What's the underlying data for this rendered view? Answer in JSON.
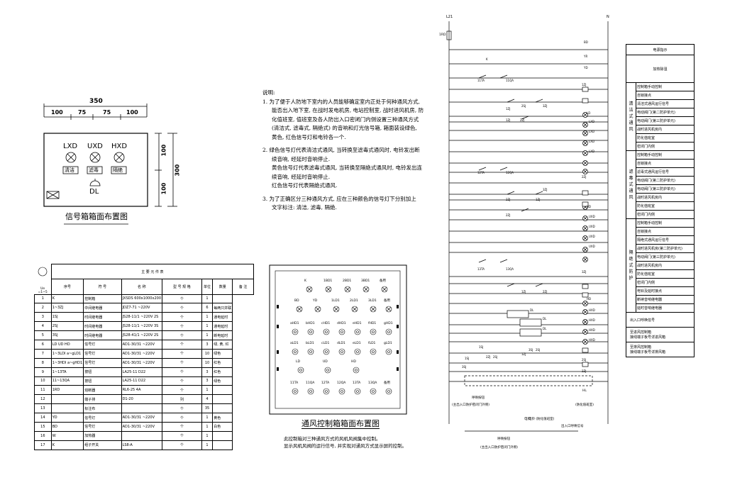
{
  "signal_box": {
    "dim_total": "350",
    "dim_segments": [
      "100",
      "75",
      "75",
      "100"
    ],
    "dim_right": [
      "100",
      "100",
      "300"
    ],
    "lamps": [
      {
        "code": "LXD",
        "label": "清洁"
      },
      {
        "code": "UXD",
        "label": "滤毒"
      },
      {
        "code": "HXD",
        "label": "隔绝"
      }
    ],
    "bell": "DL",
    "caption": "信号箱箱面布置图"
  },
  "notes": {
    "heading": "说明:",
    "items": [
      "1. 为了便于人防地下室内的人员能够确定室内正处于何种通风方式,",
      "能否出入地下室, 在战时发电机房, 电站控制室, 战时进风机房, 防",
      "化值班室, 值班室及各人防出入口密闭门内侧设置三种通风方式",
      "(清洁式, 滤毒式, 隔绝式) 的音响和灯光信号箱, 箱面装设绿色,",
      "黄色, 红色信号灯和电铃各一个.",
      "2. 绿色信号灯代表清洁式通风, 当转换至滤毒式通风时, 电铃发出断",
      "续音响, 经延时音响停止.",
      "黄色信号灯代表滤毒式通风, 当转换至隔绝式通风时, 电铃发出连",
      "续音响, 经延时音响停止.",
      "红色信号灯代表隔绝式通风.",
      "3. 为了正确区分三种通风方式, 应在三种颜色的信号灯下分别加上",
      "文字标注: 清洁, 滤毒, 隔绝."
    ]
  },
  "parts_table": {
    "title": "主 要 元 件 表",
    "headers": [
      "序号",
      "符  号",
      "名  称",
      "型 号 规 格",
      "单位",
      "数量",
      "备 注"
    ],
    "rows": [
      [
        "1",
        "K",
        "控制箱",
        "JXSDS 600x1000x200",
        "个",
        "1",
        ""
      ],
      [
        "2",
        "1~3ZJ",
        "中间继电器",
        "JDZ7-71 ~220V",
        "个",
        "6",
        "每两只并联"
      ],
      [
        "3",
        "1SJ",
        "时间继电器",
        "JS28-11/1 ~220V 2S",
        "个",
        "1",
        "通电延时"
      ],
      [
        "4",
        "2SJ",
        "时间继电器",
        "JS28-11/1 ~220V 3S",
        "个",
        "1",
        "通电延时"
      ],
      [
        "5",
        "3SJ",
        "时间继电器",
        "JS28-41/1 ~220V 2S",
        "个",
        "1",
        "断电延时"
      ],
      [
        "6",
        "LD UD HD",
        "信号灯",
        "AD1-30/31 ~220V",
        "个",
        "3",
        "绿, 黄, 红"
      ],
      [
        "7",
        "1~3LDI  a~gLD1",
        "信号灯",
        "AD1-30/31 ~220V",
        "个",
        "10",
        "绿色"
      ],
      [
        "8",
        "1~3HDI  a~gHD1",
        "信号灯",
        "AD1-30/31 ~220V",
        "个",
        "10",
        "红色"
      ],
      [
        "9",
        "1~13TA",
        "按钮",
        "LA25-11 D22",
        "个",
        "3",
        "红色"
      ],
      [
        "10",
        "11~13QA",
        "按钮",
        "LA25-11 D22",
        "个",
        "3",
        "绿色"
      ],
      [
        "11",
        "1RD",
        "熔断器",
        "RL6-25 4A",
        "个",
        "1",
        ""
      ],
      [
        "12",
        "",
        "端子排",
        "D1-20",
        "列",
        "4",
        ""
      ],
      [
        "13",
        "",
        "标注布",
        "",
        "个",
        "35",
        ""
      ],
      [
        "14",
        "YD",
        "信号灯",
        "AD1-30/31 ~220V",
        "个",
        "1",
        "黄色"
      ],
      [
        "15",
        "BD",
        "信号灯",
        "AD1-30/31 ~220V",
        "个",
        "1",
        "白色"
      ],
      [
        "16",
        "W",
        "加热器",
        "",
        "个",
        "1",
        ""
      ],
      [
        "17",
        "K",
        "组子开关",
        "LS8-A",
        "个",
        "1",
        ""
      ]
    ],
    "side_label": "Ue\n=1~5"
  },
  "vent_box": {
    "row1": [
      "K",
      "1BD1",
      "2BD1",
      "3BD1",
      "备用"
    ],
    "row2": [
      "BD",
      "YD",
      "1LD1",
      "2LD1",
      "3LD1",
      "备用"
    ],
    "row3": [
      "aHD1",
      "bHD1",
      "cHD1",
      "dHD1",
      "eHD1",
      "fHD1",
      "gHD1"
    ],
    "row4": [
      "aLD1",
      "bLD1",
      "cLD1",
      "dLD1",
      "eLD1",
      "fLD1",
      "gLD1"
    ],
    "row5": [
      "LD",
      "UD",
      "HD"
    ],
    "row6": [
      "11TA",
      "11QA",
      "12TA",
      "12QA",
      "13TA",
      "13QA",
      "备用"
    ],
    "caption": "通风控制箱箱面布置图",
    "desc1": "此控制箱对三种通风方式的风机风阀集中控制。",
    "desc2": "显示风机风阀的运行信号, 并实现对通风方式显示屏的控制。"
  },
  "circuit": {
    "top_left": "L21",
    "top_right": "N",
    "fuse": "1RD",
    "labels": [
      "BD",
      "YR",
      "YD",
      "K",
      "11TA",
      "11QA",
      "1ZJ",
      "1ZJ",
      "2SJ",
      "3ZJ",
      "2ZJ",
      "1ZJ",
      "LD",
      "LXD",
      "LXD",
      "LXD",
      "LXD",
      "12TA",
      "12QA",
      "2ZJ",
      "2ZJ",
      "1ZJ",
      "3ZJ",
      "2ZJ",
      "UD",
      "UXD",
      "UXD",
      "UXD",
      "UXD",
      "13TA",
      "13QA",
      "3ZJ",
      "1ZJ",
      "2ZJ",
      "HD",
      "HXD",
      "HXD",
      "HXD",
      "HXD",
      "2SJ",
      "3SJ",
      "1SJ",
      "2ZJ",
      "2SJ",
      "1ZJ",
      "1SJ",
      "3SJ",
      "2SJ",
      "2ZJ",
      "DL",
      "DL",
      "DL"
    ],
    "bottom_notes": [
      "(主出入口防护密闭门外侧)",
      "(防化值班室)",
      "电铃 (防化值班室)",
      "出入口呼唤信号",
      "(主出入口防护密闭门外侧)"
    ],
    "bottom_labels": [
      "呼唤按钮",
      "HL",
      "呼唤按钮",
      "电铃"
    ]
  },
  "side_table": {
    "header1": "电源指示",
    "header2": "加热除湿",
    "groups": [
      {
        "name": "清洁式通风",
        "rows": [
          "控制箱手动控制",
          "自锁接点",
          "清洁式通风运行信号",
          "电动阀门(第二防护单元)",
          "电动阀门(第三防护单元)",
          "战时进风机房内",
          "防化值班室",
          "密闭门内侧"
        ]
      },
      {
        "name": "滤毒式通风",
        "rows": [
          "控制箱手动控制",
          "自锁接点",
          "滤毒式通风运行信号",
          "电动阀门(第二防护单元)",
          "电动阀门(第三防护单元)",
          "战时进风机房内",
          "防化值班室",
          "密闭门内侧"
        ]
      },
      {
        "name": "隔绝式防护",
        "rows": [
          "控制箱手动控制",
          "自锁接点",
          "隔绝式通风运行信号",
          "战时进风机房(第二防护单元)",
          "电动阀门(第三防护单元)",
          "战时进风机房内",
          "防化值班室",
          "密闭门内侧",
          "电铃及延时接点",
          "断续音响继电器",
          "延时音响继电器"
        ]
      }
    ],
    "bottom": [
      "出入口呼唤信号",
      "至进风控制箱",
      "接线端子板号详进风箱",
      "至排风控制箱",
      "接线端子板号详排风箱"
    ]
  }
}
